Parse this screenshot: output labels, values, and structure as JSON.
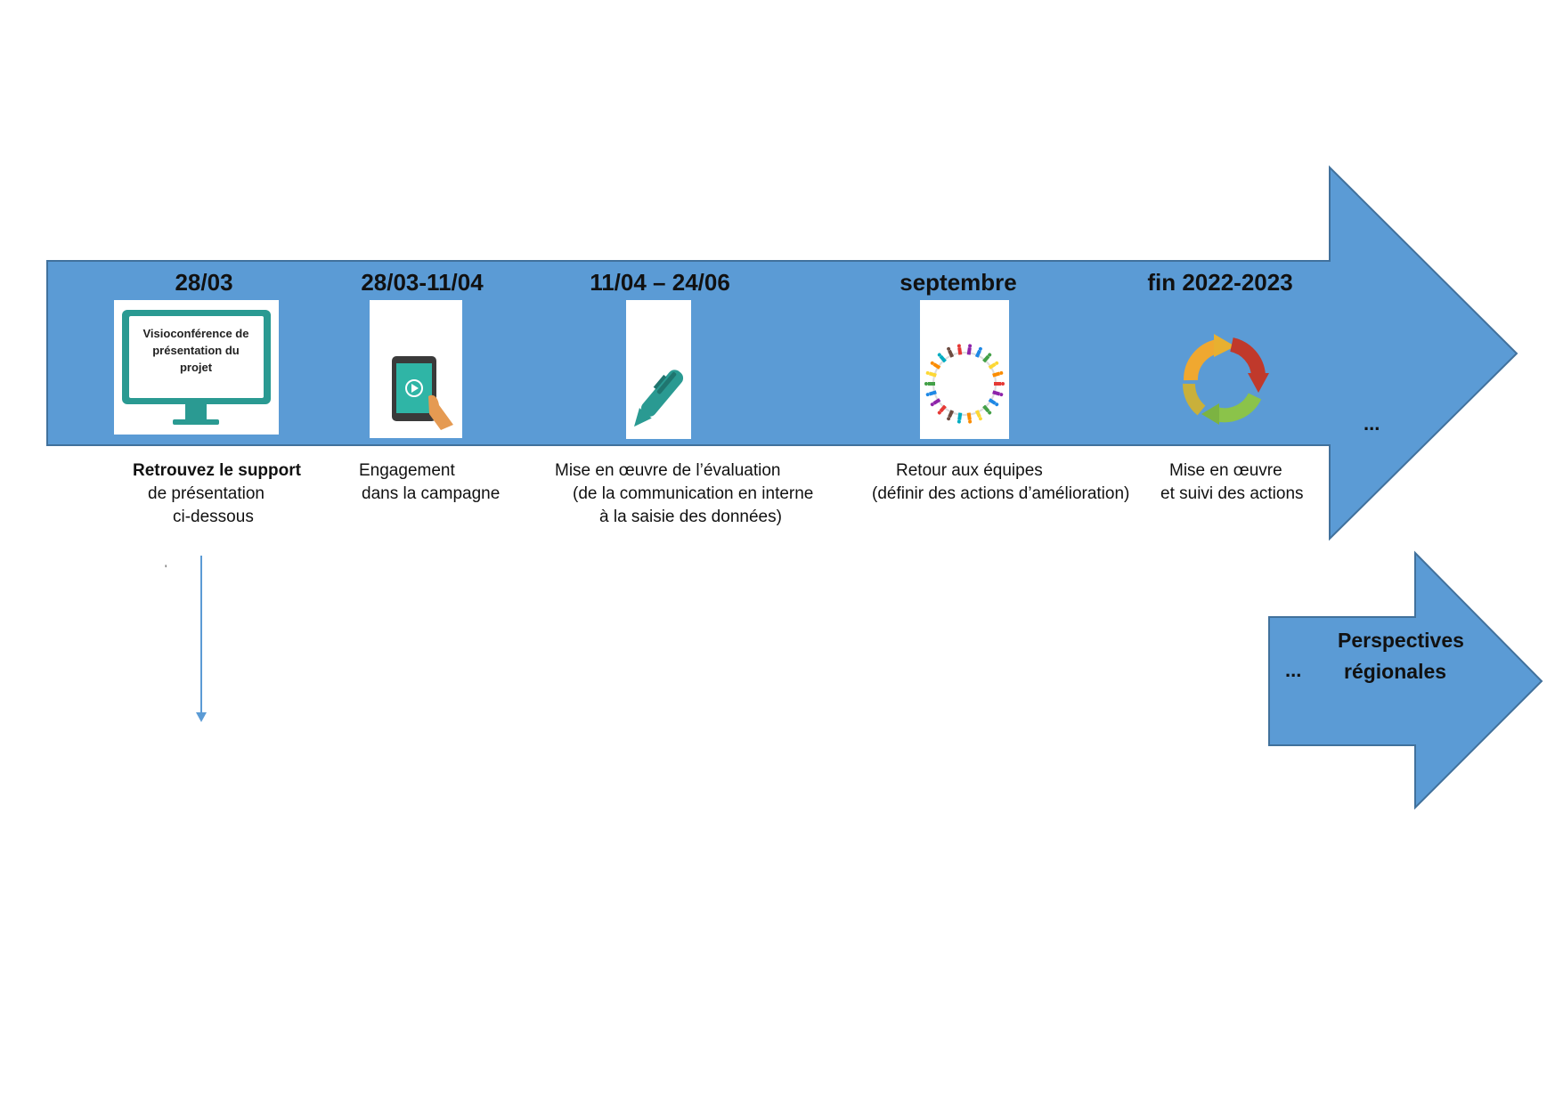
{
  "colors": {
    "arrow_fill": "#5b9bd5",
    "arrow_stroke": "#41719c",
    "thin_arrow": "#5b9bd5",
    "monitor": "#2a9a92"
  },
  "timeline": {
    "steps": [
      {
        "date": "28/03",
        "icon": "monitor-icon",
        "icon_text": [
          "Visioconférence de",
          "présentation du",
          "projet"
        ],
        "caption": [
          "Retrouvez le support",
          "de présentation",
          "ci-dessous"
        ]
      },
      {
        "date": "28/03-11/04",
        "icon": "tablet-icon",
        "caption": [
          "Engagement",
          "dans la campagne"
        ]
      },
      {
        "date": "11/04 – 24/06",
        "icon": "pen-icon",
        "caption": [
          "Mise en œuvre de l’évaluation",
          "(de la communication en interne",
          "à la saisie des données)"
        ]
      },
      {
        "date": "septembre",
        "icon": "people-circle-icon",
        "caption": [
          "Retour aux équipes",
          "(définir des actions d’amélioration)"
        ]
      },
      {
        "date": "fin 2022-2023",
        "icon": "cycle-arrows-icon",
        "caption": [
          "Mise en œuvre",
          "et suivi des actions"
        ]
      }
    ],
    "ellipsis": "..."
  },
  "perspectives": {
    "ellipsis": "...",
    "label_line1": "Perspectives",
    "label_line2": "régionales"
  },
  "stray_mark": "'"
}
